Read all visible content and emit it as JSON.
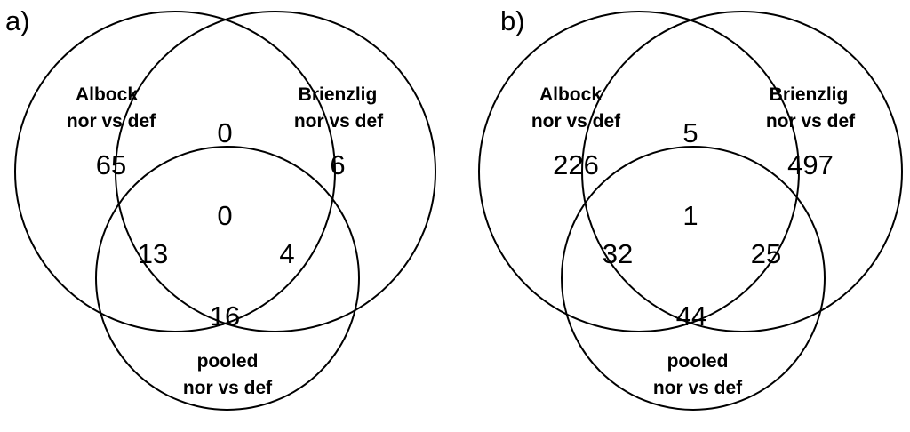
{
  "panels": [
    {
      "label": "a)",
      "sets": {
        "albock": {
          "line1": "Albock",
          "line2": "nor vs def"
        },
        "brienzlig": {
          "line1": "Brienzlig",
          "line2": "nor vs def"
        },
        "pooled": {
          "line1": "pooled",
          "line2": "nor vs def"
        }
      },
      "counts": {
        "albock_only": "65",
        "brienzlig_only": "6",
        "pooled_only": "16",
        "albock_brienzlig": "0",
        "albock_pooled": "13",
        "brienzlig_pooled": "4",
        "all_three": "0"
      }
    },
    {
      "label": "b)",
      "sets": {
        "albock": {
          "line1": "Albock",
          "line2": "nor vs def"
        },
        "brienzlig": {
          "line1": "Brienzlig",
          "line2": "nor vs def"
        },
        "pooled": {
          "line1": "pooled",
          "line2": "nor vs def"
        }
      },
      "counts": {
        "albock_only": "226",
        "brienzlig_only": "497",
        "pooled_only": "44",
        "albock_brienzlig": "5",
        "albock_pooled": "32",
        "brienzlig_pooled": "25",
        "all_three": "1"
      }
    }
  ]
}
